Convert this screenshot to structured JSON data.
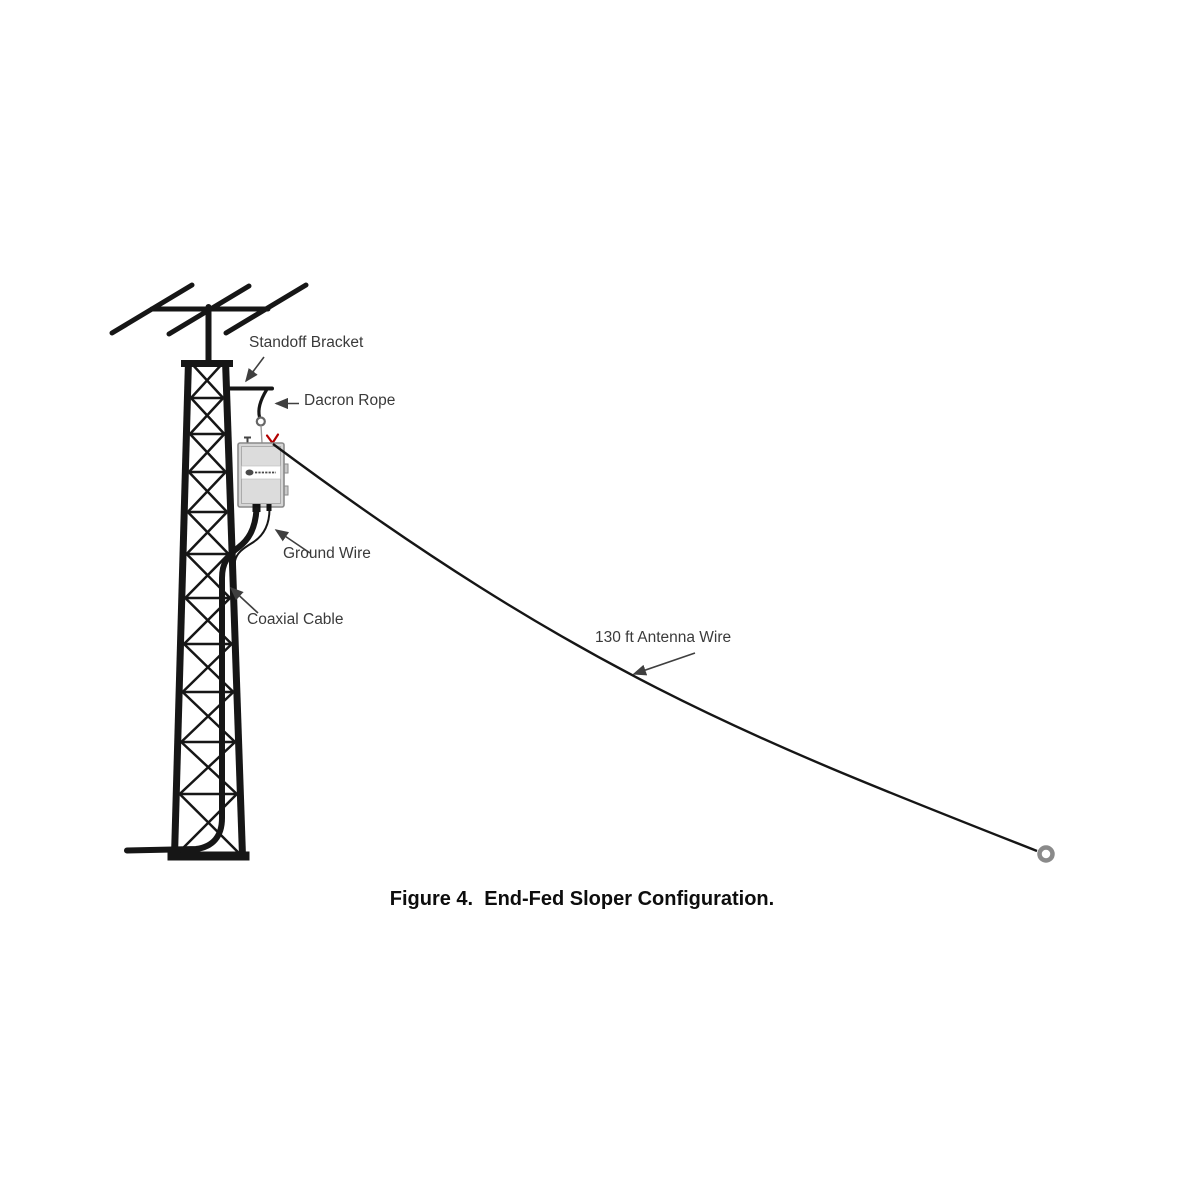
{
  "figure": {
    "caption": "Figure 4.  End-Fed Sloper Configuration."
  },
  "annotations": {
    "standoff_bracket": "Standoff Bracket",
    "dacron_rope": "Dacron Rope",
    "ground_wire": "Ground Wire",
    "coaxial_cable": "Coaxial Cable",
    "antenna_wire": "130 ft Antenna Wire"
  },
  "colors": {
    "line": "#161616",
    "label_text": "#3a3a3a",
    "arrow": "#3f3f3f",
    "box_fill": "#d6d6d6",
    "box_inner_fill": "#dcdcdc",
    "box_border": "#8a8a8a",
    "band_fill": "#ffffff",
    "red_mark": "#b30000",
    "ring_gray": "#8a8a8a",
    "background": "#ffffff"
  }
}
